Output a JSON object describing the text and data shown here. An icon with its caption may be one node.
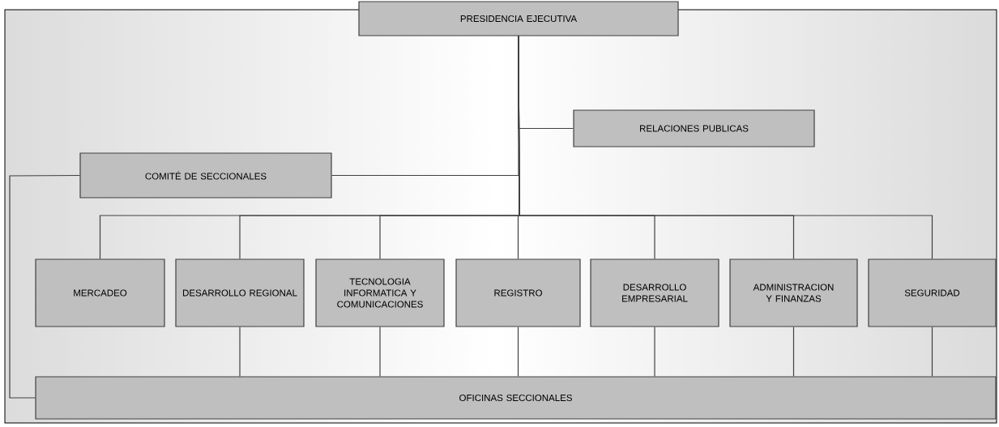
{
  "diagram": {
    "nodes": [
      {
        "text": [
          "PRESIDENCIA EJECUTIVA"
        ]
      },
      {
        "text": [
          "RELACIONES PUBLICAS"
        ]
      },
      {
        "text": [
          "COMITÉ DE SECCIONALES"
        ]
      },
      {
        "text": [
          "MERCADEO"
        ]
      },
      {
        "text": [
          "DESARROLLO REGIONAL"
        ]
      },
      {
        "text": [
          "TECNOLOGIA INFORMATICA Y COMUNICACIONES"
        ]
      },
      {
        "text": [
          "REGISTRO"
        ]
      },
      {
        "text": [
          "DESARROLLO EMPRESARIAL"
        ]
      },
      {
        "text": [
          "ADMINISTRACION Y FINANZAS"
        ]
      },
      {
        "text": [
          "SEGURIDAD"
        ]
      },
      {
        "text": [
          "OFICINAS SECCIONALES"
        ]
      }
    ],
    "edges": [
      {
        "from": 0,
        "to": 1,
        "arrow": "none"
      },
      {
        "from": 0,
        "to": 2,
        "arrow": "none"
      },
      {
        "from": 0,
        "to": 3,
        "arrow": "none"
      },
      {
        "from": 0,
        "to": 4,
        "arrow": "none"
      },
      {
        "from": 0,
        "to": 5,
        "arrow": "none"
      },
      {
        "from": 0,
        "to": 6,
        "arrow": "none"
      },
      {
        "from": 0,
        "to": 7,
        "arrow": "none"
      },
      {
        "from": 0,
        "to": 8,
        "arrow": "none"
      },
      {
        "from": 0,
        "to": 9,
        "arrow": "none"
      },
      {
        "from": 2,
        "to": 10,
        "arrow": "none"
      },
      {
        "from": 4,
        "to": 10,
        "arrow": "none"
      },
      {
        "from": 5,
        "to": 10,
        "arrow": "none"
      },
      {
        "from": 6,
        "to": 10,
        "arrow": "none"
      },
      {
        "from": 7,
        "to": 10,
        "arrow": "none"
      },
      {
        "from": 8,
        "to": 10,
        "arrow": "none"
      },
      {
        "from": 9,
        "to": 10,
        "arrow": "none"
      }
    ]
  }
}
